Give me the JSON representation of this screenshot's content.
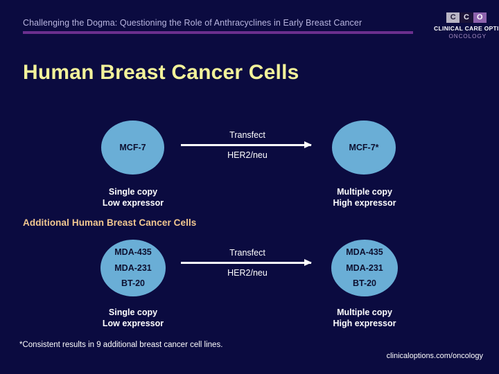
{
  "header": {
    "deck_title": "Challenging the Dogma: Questioning the Role of Anthracyclines in Early Breast Cancer",
    "rule_color": "#6b2f8e",
    "logo": {
      "mark_letters": [
        "C",
        "C",
        "O"
      ],
      "org_line": "CLINICAL CARE OPTIONS",
      "specialty_line": "ONCOLOGY",
      "accent_color": "#8e63ad"
    }
  },
  "slide": {
    "heading": "Human Breast Cancer Cells",
    "heading_color": "#f2f29a",
    "background_color": "#0b0b40"
  },
  "diagram_primary": {
    "source_cell": {
      "labels": [
        "MCF-7"
      ],
      "fill_color": "#6aaed6"
    },
    "arrow": {
      "label_above": "Transfect",
      "label_below": "HER2/neu"
    },
    "result_cell": {
      "labels": [
        "MCF-7*"
      ],
      "fill_color": "#6aaed6"
    },
    "caption_left": {
      "line1": "Single copy",
      "line2": "Low expressor"
    },
    "caption_right": {
      "line1": "Multiple copy",
      "line2": "High expressor"
    }
  },
  "section_subheading": {
    "text": "Additional Human Breast Cancer Cells",
    "color": "#f2c890"
  },
  "diagram_additional": {
    "source_cell": {
      "labels": [
        "MDA-435",
        "MDA-231",
        "BT-20"
      ],
      "fill_color": "#6aaed6"
    },
    "arrow": {
      "label_above": "Transfect",
      "label_below": "HER2/neu"
    },
    "result_cell": {
      "labels": [
        "MDA-435",
        "MDA-231",
        "BT-20"
      ],
      "fill_color": "#6aaed6"
    },
    "caption_left": {
      "line1": "Single copy",
      "line2": "Low expressor"
    },
    "caption_right": {
      "line1": "Multiple copy",
      "line2": "High expressor"
    }
  },
  "footnote": "*Consistent results in 9 additional breast cancer cell lines.",
  "footer_url": "clinicaloptions.com/oncology"
}
